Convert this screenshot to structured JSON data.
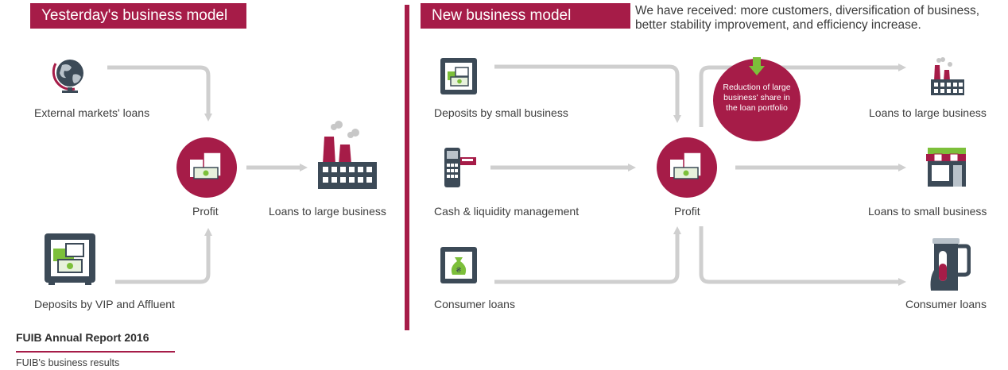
{
  "left": {
    "header": "Yesterday's business model",
    "sources": [
      "External markets' loans",
      "Deposits by VIP and Affluent"
    ],
    "hub": "Profit",
    "outputs": [
      "Loans to large business"
    ]
  },
  "right": {
    "header": "New business model",
    "headline": "We have received: more customers, diversification of business, better stability improvement, and efficiency increase.",
    "sources": [
      "Deposits by small business",
      "Cash & liquidity management",
      "Consumer loans"
    ],
    "hub": "Profit",
    "outputs": [
      "Loans to large business",
      "Loans to small business",
      "Consumer loans"
    ],
    "note": "Reduction of large business' share in the loan portfolio"
  },
  "footer": {
    "title": "FUIB Annual Report 2016",
    "subtitle": "FUIB's business results"
  },
  "colors": {
    "brand": "#a61c48",
    "arrow": "#cfcfcf",
    "icon_dark": "#3c4a57",
    "icon_green": "#7cbf3a"
  },
  "icons": [
    "globe-icon",
    "safe-icon",
    "factory-icon",
    "cash-terminal-icon",
    "money-bag-safe-icon",
    "shop-icon",
    "kettle-icon",
    "down-arrow-icon"
  ]
}
